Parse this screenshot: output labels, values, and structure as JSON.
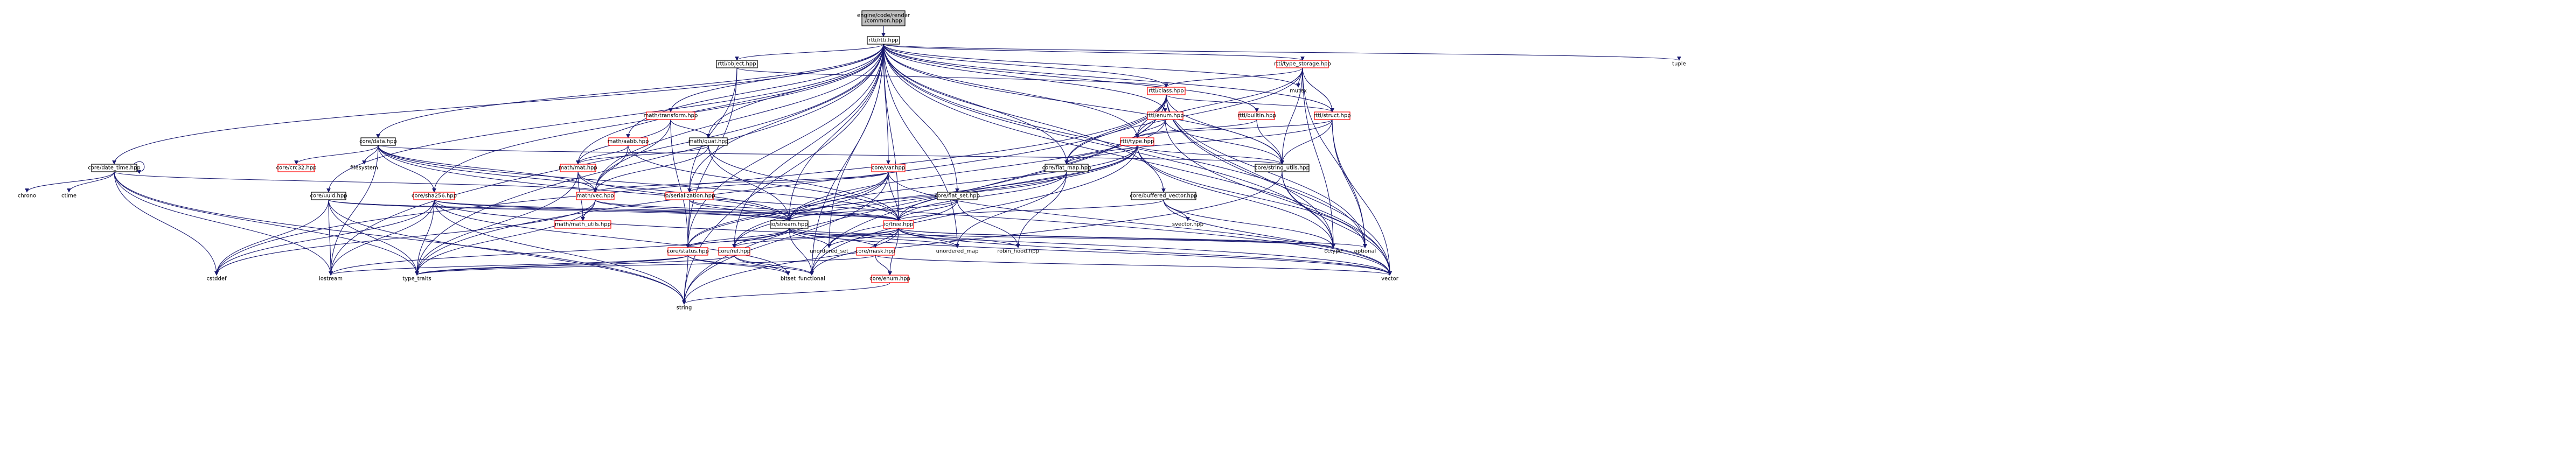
{
  "palette": {
    "edge": "#191970",
    "root_fill": "#bfbfbf",
    "box_fill": "#ffffff",
    "box_border_black": "#000000",
    "box_border_red": "#ff0000",
    "text": "#000000"
  },
  "nodes": [
    {
      "id": "root",
      "label": "engine/code/render\n/common.hpp",
      "style": "root"
    },
    {
      "id": "rtti_rtti",
      "label": "rtti/rtti.hpp",
      "style": "box"
    },
    {
      "id": "rtti_type_storage",
      "label": "rtti/type_storage.hpp",
      "style": "red"
    },
    {
      "id": "tuple",
      "label": "tuple",
      "style": "plain"
    },
    {
      "id": "rtti_object",
      "label": "rtti/object.hpp",
      "style": "box"
    },
    {
      "id": "rtti_class",
      "label": "rtti/class.hpp",
      "style": "red"
    },
    {
      "id": "mutex",
      "label": "mutex",
      "style": "plain"
    },
    {
      "id": "math_transform",
      "label": "math/transform.hpp",
      "style": "red"
    },
    {
      "id": "rtti_enum",
      "label": "rtti/enum.hpp",
      "style": "red"
    },
    {
      "id": "rtti_builtin",
      "label": "rtti/builtin.hpp",
      "style": "red"
    },
    {
      "id": "rtti_struct",
      "label": "rtti/struct.hpp",
      "style": "red"
    },
    {
      "id": "math_aabb",
      "label": "math/aabb.hpp",
      "style": "red"
    },
    {
      "id": "math_quat",
      "label": "math/quat.hpp",
      "style": "box"
    },
    {
      "id": "rtti_type",
      "label": "rtti/type.hpp",
      "style": "red"
    },
    {
      "id": "core_data",
      "label": "core/data.hpp",
      "style": "box"
    },
    {
      "id": "core_crc32",
      "label": "core/crc32.hpp",
      "style": "red"
    },
    {
      "id": "filesystem",
      "label": "filesystem",
      "style": "plain"
    },
    {
      "id": "math_mat",
      "label": "math/mat.hpp",
      "style": "red"
    },
    {
      "id": "core_flat_map",
      "label": "core/flat_map.hpp",
      "style": "box"
    },
    {
      "id": "core_string_utils",
      "label": "core/string_utils.hpp",
      "style": "box"
    },
    {
      "id": "core_date_time",
      "label": "core/date_time.hpp",
      "style": "box"
    },
    {
      "id": "core_var",
      "label": "core/var.hpp",
      "style": "red"
    },
    {
      "id": "chrono",
      "label": "chrono",
      "style": "plain"
    },
    {
      "id": "ctime",
      "label": "ctime",
      "style": "plain"
    },
    {
      "id": "core_uuid",
      "label": "core/uuid.hpp",
      "style": "box"
    },
    {
      "id": "core_sha256",
      "label": "core/sha256.hpp",
      "style": "red"
    },
    {
      "id": "math_vec",
      "label": "math/vec.hpp",
      "style": "red"
    },
    {
      "id": "io_serialization",
      "label": "io/serialization.hpp",
      "style": "red"
    },
    {
      "id": "core_flat_set",
      "label": "core/flat_set.hpp",
      "style": "box"
    },
    {
      "id": "core_buffered_vector",
      "label": "core/buffered_vector.hpp",
      "style": "box"
    },
    {
      "id": "svector",
      "label": "svector.hpp",
      "style": "plain"
    },
    {
      "id": "math_math_utils",
      "label": "math/math_utils.hpp",
      "style": "red"
    },
    {
      "id": "io_stream",
      "label": "io/stream.hpp",
      "style": "box"
    },
    {
      "id": "io_tree",
      "label": "io/tree.hpp",
      "style": "red"
    },
    {
      "id": "core_status",
      "label": "core/status.hpp",
      "style": "red"
    },
    {
      "id": "core_ref",
      "label": "core/ref.hpp",
      "style": "red"
    },
    {
      "id": "unordered_set",
      "label": "unordered_set",
      "style": "plain"
    },
    {
      "id": "core_mask",
      "label": "core/mask.hpp",
      "style": "red"
    },
    {
      "id": "unordered_map",
      "label": "unordered_map",
      "style": "plain"
    },
    {
      "id": "robin_hood",
      "label": "robin_hood.hpp",
      "style": "plain"
    },
    {
      "id": "cctype",
      "label": "cctype",
      "style": "plain"
    },
    {
      "id": "optional",
      "label": "optional",
      "style": "plain"
    },
    {
      "id": "cstddef",
      "label": "cstddef",
      "style": "plain"
    },
    {
      "id": "iostream",
      "label": "iostream",
      "style": "plain"
    },
    {
      "id": "type_traits",
      "label": "type_traits",
      "style": "plain"
    },
    {
      "id": "bitset",
      "label": "bitset",
      "style": "plain"
    },
    {
      "id": "functional",
      "label": "functional",
      "style": "plain"
    },
    {
      "id": "core_enum",
      "label": "core/enum.hpp",
      "style": "red"
    },
    {
      "id": "vector",
      "label": "vector",
      "style": "plain"
    },
    {
      "id": "string",
      "label": "string",
      "style": "plain"
    }
  ],
  "edges": [
    [
      "root",
      "rtti_rtti"
    ],
    [
      "rtti_rtti",
      "rtti_type_storage"
    ],
    [
      "rtti_rtti",
      "tuple"
    ],
    [
      "rtti_rtti",
      "rtti_object"
    ],
    [
      "rtti_rtti",
      "rtti_class"
    ],
    [
      "rtti_rtti",
      "mutex"
    ],
    [
      "rtti_rtti",
      "math_transform"
    ],
    [
      "rtti_rtti",
      "rtti_enum"
    ],
    [
      "rtti_rtti",
      "rtti_builtin"
    ],
    [
      "rtti_rtti",
      "rtti_struct"
    ],
    [
      "rtti_rtti",
      "math_aabb"
    ],
    [
      "rtti_rtti",
      "math_quat"
    ],
    [
      "rtti_rtti",
      "rtti_type"
    ],
    [
      "rtti_rtti",
      "core_data"
    ],
    [
      "rtti_rtti",
      "math_mat"
    ],
    [
      "rtti_rtti",
      "core_flat_map"
    ],
    [
      "rtti_rtti",
      "core_string_utils"
    ],
    [
      "rtti_rtti",
      "core_date_time"
    ],
    [
      "rtti_rtti",
      "core_var"
    ],
    [
      "rtti_rtti",
      "core_uuid"
    ],
    [
      "rtti_rtti",
      "core_sha256"
    ],
    [
      "rtti_rtti",
      "math_vec"
    ],
    [
      "rtti_rtti",
      "io_serialization"
    ],
    [
      "rtti_rtti",
      "core_flat_set"
    ],
    [
      "rtti_rtti",
      "core_buffered_vector"
    ],
    [
      "rtti_rtti",
      "io_stream"
    ],
    [
      "rtti_rtti",
      "io_tree"
    ],
    [
      "rtti_rtti",
      "core_status"
    ],
    [
      "rtti_rtti",
      "core_ref"
    ],
    [
      "rtti_rtti",
      "unordered_set"
    ],
    [
      "rtti_rtti",
      "unordered_map"
    ],
    [
      "rtti_rtti",
      "cctype"
    ],
    [
      "rtti_rtti",
      "optional"
    ],
    [
      "rtti_rtti",
      "vector"
    ],
    [
      "rtti_rtti",
      "string"
    ],
    [
      "rtti_rtti",
      "type_traits"
    ],
    [
      "rtti_rtti",
      "functional"
    ],
    [
      "rtti_rtti",
      "iostream"
    ],
    [
      "rtti_type_storage",
      "rtti_class"
    ],
    [
      "rtti_type_storage",
      "mutex"
    ],
    [
      "rtti_type_storage",
      "rtti_struct"
    ],
    [
      "rtti_type_storage",
      "rtti_type"
    ],
    [
      "rtti_type_storage",
      "core_flat_map"
    ],
    [
      "rtti_type_storage",
      "optional"
    ],
    [
      "rtti_type_storage",
      "cctype"
    ],
    [
      "rtti_type_storage",
      "core_string_utils"
    ],
    [
      "rtti_object",
      "rtti_class"
    ],
    [
      "rtti_object",
      "io_serialization"
    ],
    [
      "rtti_object",
      "core_status"
    ],
    [
      "rtti_class",
      "rtti_type"
    ],
    [
      "rtti_class",
      "rtti_struct"
    ],
    [
      "rtti_class",
      "core_flat_map"
    ],
    [
      "rtti_class",
      "core_string_utils"
    ],
    [
      "rtti_class",
      "cctype"
    ],
    [
      "rtti_class",
      "optional"
    ],
    [
      "rtti_class",
      "vector"
    ],
    [
      "rtti_class",
      "string"
    ],
    [
      "rtti_class",
      "cstddef"
    ],
    [
      "rtti_class",
      "type_traits"
    ],
    [
      "rtti_class",
      "functional"
    ],
    [
      "math_transform",
      "math_quat"
    ],
    [
      "math_transform",
      "math_mat"
    ],
    [
      "math_transform",
      "math_vec"
    ],
    [
      "math_transform",
      "core_status"
    ],
    [
      "rtti_enum",
      "rtti_type"
    ],
    [
      "rtti_enum",
      "core_string_utils"
    ],
    [
      "rtti_enum",
      "vector"
    ],
    [
      "rtti_enum",
      "io_stream"
    ],
    [
      "rtti_builtin",
      "rtti_type"
    ],
    [
      "rtti_builtin",
      "core_string_utils"
    ],
    [
      "rtti_struct",
      "rtti_type"
    ],
    [
      "rtti_struct",
      "core_string_utils"
    ],
    [
      "rtti_struct",
      "core_flat_map"
    ],
    [
      "rtti_struct",
      "optional"
    ],
    [
      "rtti_struct",
      "vector"
    ],
    [
      "math_aabb",
      "math_mat"
    ],
    [
      "math_aabb",
      "math_vec"
    ],
    [
      "math_aabb",
      "io_tree"
    ],
    [
      "math_quat",
      "math_mat"
    ],
    [
      "math_quat",
      "math_vec"
    ],
    [
      "math_quat",
      "io_stream"
    ],
    [
      "math_quat",
      "io_tree"
    ],
    [
      "rtti_type",
      "core_flat_map"
    ],
    [
      "rtti_type",
      "core_string_utils"
    ],
    [
      "rtti_type",
      "core_status"
    ],
    [
      "rtti_type",
      "core_ref"
    ],
    [
      "rtti_type",
      "io_stream"
    ],
    [
      "rtti_type",
      "io_tree"
    ],
    [
      "rtti_type",
      "optional"
    ],
    [
      "rtti_type",
      "functional"
    ],
    [
      "rtti_type",
      "cctype"
    ],
    [
      "core_data",
      "core_crc32"
    ],
    [
      "core_data",
      "filesystem"
    ],
    [
      "core_data",
      "core_string_utils"
    ],
    [
      "core_data",
      "math_vec"
    ],
    [
      "core_data",
      "core_sha256"
    ],
    [
      "core_data",
      "io_stream"
    ],
    [
      "core_data",
      "io_tree"
    ],
    [
      "core_data",
      "iostream"
    ],
    [
      "core_data",
      "vector"
    ],
    [
      "math_mat",
      "math_vec"
    ],
    [
      "math_mat",
      "math_math_utils"
    ],
    [
      "math_mat",
      "io_stream"
    ],
    [
      "math_mat",
      "type_traits"
    ],
    [
      "core_flat_map",
      "io_stream"
    ],
    [
      "core_flat_map",
      "io_tree"
    ],
    [
      "core_flat_map",
      "robin_hood"
    ],
    [
      "core_flat_map",
      "unordered_map"
    ],
    [
      "core_string_utils",
      "cctype"
    ],
    [
      "core_string_utils",
      "string"
    ],
    [
      "core_string_utils",
      "vector"
    ],
    [
      "core_date_time",
      "core_date_time"
    ],
    [
      "core_date_time",
      "chrono"
    ],
    [
      "core_date_time",
      "ctime"
    ],
    [
      "core_date_time",
      "string"
    ],
    [
      "core_date_time",
      "iostream"
    ],
    [
      "core_date_time",
      "cstddef"
    ],
    [
      "core_date_time",
      "type_traits"
    ],
    [
      "core_date_time",
      "math_vec"
    ],
    [
      "core_var",
      "math_vec"
    ],
    [
      "core_var",
      "io_stream"
    ],
    [
      "core_var",
      "io_tree"
    ],
    [
      "core_var",
      "core_ref"
    ],
    [
      "core_var",
      "core_status"
    ],
    [
      "core_var",
      "string"
    ],
    [
      "core_var",
      "vector"
    ],
    [
      "core_var",
      "io_serialization"
    ],
    [
      "core_uuid",
      "io_stream"
    ],
    [
      "core_uuid",
      "io_tree"
    ],
    [
      "core_uuid",
      "cstddef"
    ],
    [
      "core_uuid",
      "iostream"
    ],
    [
      "core_uuid",
      "type_traits"
    ],
    [
      "core_uuid",
      "string"
    ],
    [
      "core_sha256",
      "io_stream"
    ],
    [
      "core_sha256",
      "io_tree"
    ],
    [
      "core_sha256",
      "cstddef"
    ],
    [
      "core_sha256",
      "iostream"
    ],
    [
      "core_sha256",
      "string"
    ],
    [
      "core_sha256",
      "type_traits"
    ],
    [
      "core_sha256",
      "vector"
    ],
    [
      "core_sha256",
      "bitset"
    ],
    [
      "math_vec",
      "math_math_utils"
    ],
    [
      "math_vec",
      "io_stream"
    ],
    [
      "math_vec",
      "io_tree"
    ],
    [
      "math_vec",
      "type_traits"
    ],
    [
      "math_vec",
      "cstddef"
    ],
    [
      "io_serialization",
      "io_stream"
    ],
    [
      "io_serialization",
      "io_tree"
    ],
    [
      "io_serialization",
      "core_status"
    ],
    [
      "core_flat_set",
      "io_stream"
    ],
    [
      "core_flat_set",
      "io_tree"
    ],
    [
      "core_flat_set",
      "unordered_set"
    ],
    [
      "core_flat_set",
      "robin_hood"
    ],
    [
      "core_buffered_vector",
      "svector"
    ],
    [
      "core_buffered_vector",
      "io_tree"
    ],
    [
      "core_buffered_vector",
      "vector"
    ],
    [
      "core_buffered_vector",
      "cctype"
    ],
    [
      "io_stream",
      "core_status"
    ],
    [
      "io_stream",
      "core_ref"
    ],
    [
      "io_stream",
      "core_mask"
    ],
    [
      "io_stream",
      "unordered_set"
    ],
    [
      "io_stream",
      "unordered_map"
    ],
    [
      "io_stream",
      "cctype"
    ],
    [
      "io_stream",
      "iostream"
    ],
    [
      "io_stream",
      "vector"
    ],
    [
      "io_stream",
      "functional"
    ],
    [
      "io_tree",
      "core_status"
    ],
    [
      "io_tree",
      "core_ref"
    ],
    [
      "io_tree",
      "core_mask"
    ],
    [
      "io_tree",
      "unordered_set"
    ],
    [
      "io_tree",
      "unordered_map"
    ],
    [
      "io_tree",
      "robin_hood"
    ],
    [
      "io_tree",
      "cctype"
    ],
    [
      "io_tree",
      "optional"
    ],
    [
      "io_tree",
      "vector"
    ],
    [
      "io_tree",
      "functional"
    ],
    [
      "io_tree",
      "core_enum"
    ],
    [
      "core_status",
      "string"
    ],
    [
      "core_status",
      "iostream"
    ],
    [
      "core_status",
      "type_traits"
    ],
    [
      "core_status",
      "bitset"
    ],
    [
      "core_status",
      "functional"
    ],
    [
      "core_ref",
      "type_traits"
    ],
    [
      "core_ref",
      "functional"
    ],
    [
      "core_ref",
      "bitset"
    ],
    [
      "core_mask",
      "core_enum"
    ],
    [
      "core_mask",
      "vector"
    ],
    [
      "core_mask",
      "type_traits"
    ],
    [
      "core_enum",
      "string"
    ]
  ]
}
